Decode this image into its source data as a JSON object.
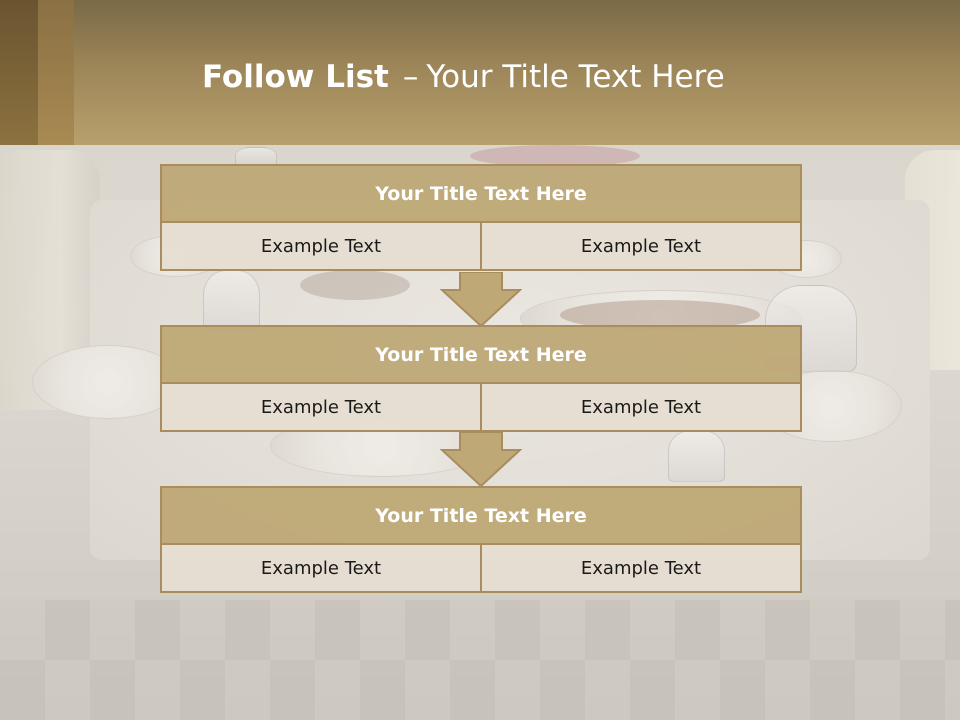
{
  "header": {
    "title_bold": "Follow List",
    "title_dash": "–",
    "title_rest": "Your Title Text Here"
  },
  "blocks": [
    {
      "title": "Your Title Text Here",
      "cells": [
        "Example Text",
        "Example Text"
      ]
    },
    {
      "title": "Your Title Text Here",
      "cells": [
        "Example Text",
        "Example Text"
      ]
    },
    {
      "title": "Your Title Text Here",
      "cells": [
        "Example Text",
        "Example Text"
      ]
    }
  ],
  "colors": {
    "header": "#9c8558",
    "block_title": "#bea876",
    "block_border": "#a98d5e",
    "cell": "#e6ded2",
    "arrow": "#bea876"
  }
}
